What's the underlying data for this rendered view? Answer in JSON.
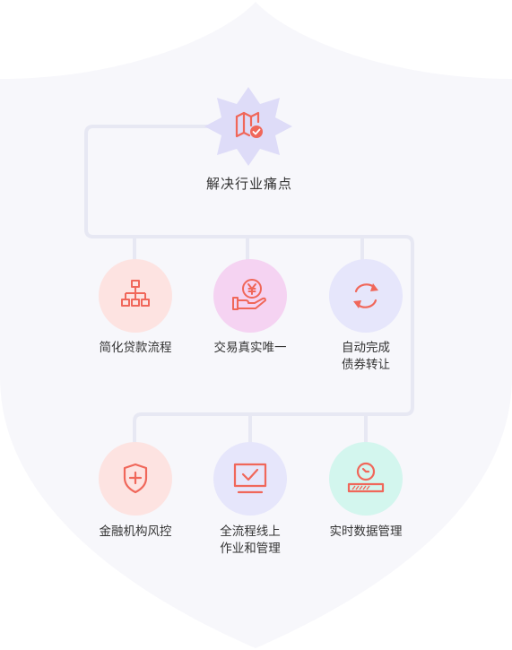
{
  "center": {
    "title": "解决行业痛点",
    "icon": "map-check-icon"
  },
  "row1": [
    {
      "label": "简化贷款流程",
      "icon": "org-chart-icon"
    },
    {
      "label": "交易真实唯一",
      "icon": "yuan-hand-icon"
    },
    {
      "line1": "自动完成",
      "line2": "债券转让",
      "icon": "refresh-icon"
    }
  ],
  "row2": [
    {
      "label": "金融机构风控",
      "icon": "shield-plus-icon"
    },
    {
      "line1": "全流程线上",
      "line2": "作业和管理",
      "icon": "monitor-check-icon"
    },
    {
      "label": "实时数据管理",
      "icon": "clock-progress-icon"
    }
  ],
  "colors": {
    "accent": "#f0675a",
    "line": "#e7e8f3",
    "shield": "#f7f7fb",
    "star": "#dedcf8"
  }
}
